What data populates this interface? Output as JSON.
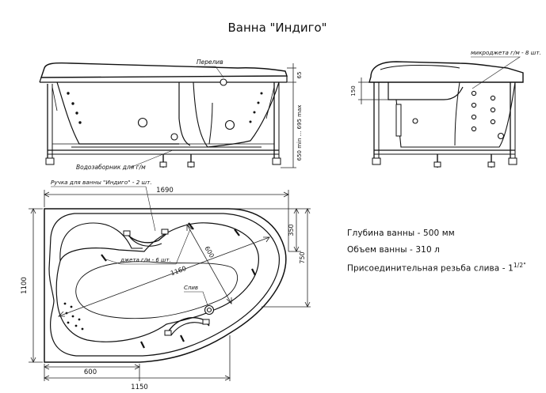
{
  "title": "Ванна \"Индиго\"",
  "labels": {
    "overflow": "Перелив",
    "microjets": "микроджета г/м - 8 шт.",
    "drain_fitting": "Водозаборник для г/м",
    "handle": "Ручка для ванны \"Индиго\" - 2 шт.",
    "jets": "джета г/м - 6 шт.",
    "drain": "Слив"
  },
  "dimensions": {
    "front_height": "650 min ... 695 max",
    "rim_front": "65",
    "rim_side": "150",
    "overall_length": "1690",
    "overall_width": "1100",
    "right_upper": "350",
    "right_total": "750",
    "diagonal": "1160",
    "bowl_width": "600",
    "bottom_inner": "600",
    "bottom_total": "1150"
  },
  "specs": {
    "depth": "Глубина ванны - 500 мм",
    "volume": "Объем ванны - 310 л",
    "thread_prefix": "Присоединительная резьба слива - 1",
    "thread_sup": "1/2\""
  }
}
